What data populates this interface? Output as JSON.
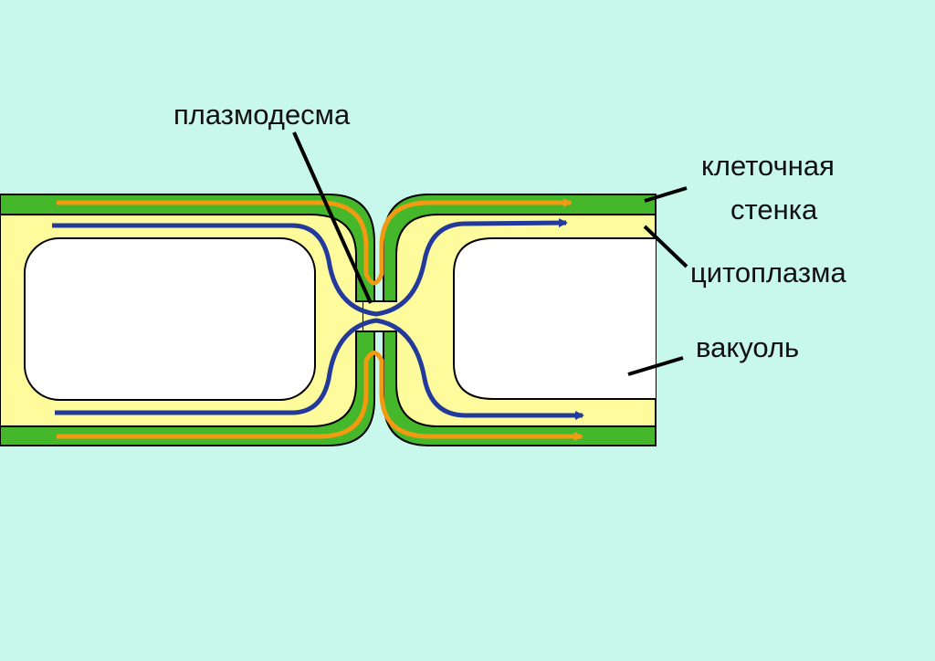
{
  "labels": {
    "plasmodesma": "плазмодесма",
    "cell_wall_line1": "клеточная",
    "cell_wall_line2": "стенка",
    "cytoplasm": "цитоплазма",
    "vacuole": "вакуоль"
  },
  "colors": {
    "background": "#c8f7ec",
    "cell_wall": "#44b82a",
    "cytoplasm": "#fdfb9b",
    "vacuole": "#ffffff",
    "symplast_flow": "#233a9c",
    "apoplast_flow": "#f29a12",
    "outline": "#000000"
  }
}
